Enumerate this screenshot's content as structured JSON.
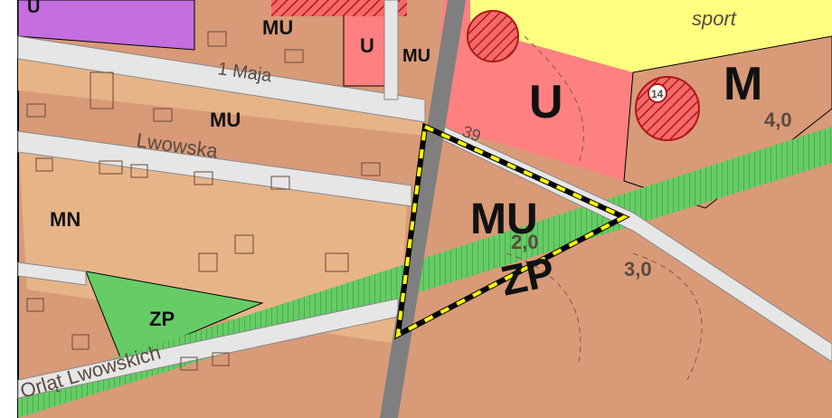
{
  "zones": {
    "mu_top": "MU",
    "u_small": "U",
    "mu_top_right": "MU",
    "u_large": "U",
    "m_zone": "M",
    "mu_mid": "MU",
    "mn": "MN",
    "zp_left": "ZP",
    "mu_center": "MU",
    "zp_center": "ZP",
    "corner": "U"
  },
  "streets": {
    "maja": "1 Maja",
    "lwowska": "Lwowska",
    "lwowskich": "Orląt Lwowskich",
    "sport": "sport"
  },
  "numbers": {
    "road_39": "39",
    "n_14": "14",
    "h_4_0": "4,0",
    "h_2_0": "2,0",
    "h_3_0": "3,0"
  },
  "colors": {
    "residential_service": "#d99a78",
    "single_family": "#e7b488",
    "service": "#ff8080",
    "green": "#66cc66",
    "purple": "#c46ee0",
    "yellow": "#ffff80",
    "road": "#e6e6e6",
    "railway": "#7f7f7f",
    "boundary_dash": "#ffff00"
  }
}
